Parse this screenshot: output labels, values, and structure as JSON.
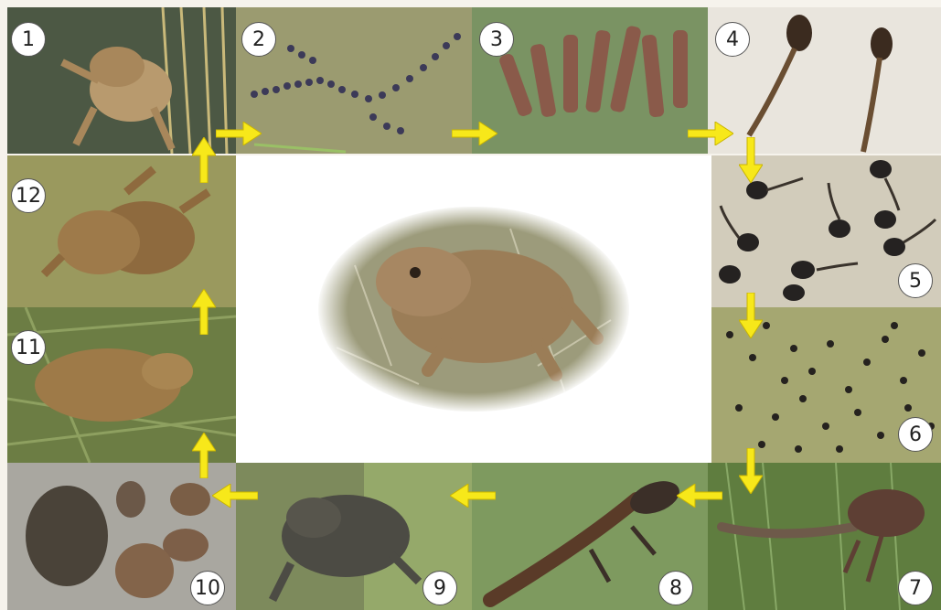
{
  "stages": [
    {
      "n": "1",
      "desc": "mating-in-reeds-icon"
    },
    {
      "n": "2",
      "desc": "egg-strings-icon"
    },
    {
      "n": "3",
      "desc": "hatching-larvae-icon"
    },
    {
      "n": "4",
      "desc": "young-tadpole-icon"
    },
    {
      "n": "5",
      "desc": "tadpoles-icon"
    },
    {
      "n": "6",
      "desc": "tadpole-swarm-icon"
    },
    {
      "n": "7",
      "desc": "tadpole-legs-icon"
    },
    {
      "n": "8",
      "desc": "metamorph-tail-icon"
    },
    {
      "n": "9",
      "desc": "young-toad-icon"
    },
    {
      "n": "10",
      "desc": "toadlets-icon"
    },
    {
      "n": "11",
      "desc": "toad-in-grass-icon"
    },
    {
      "n": "12",
      "desc": "amplexus-pair-icon"
    }
  ],
  "colors": {
    "arrow": "#f7e81a",
    "arrow_edge": "#c9b400",
    "badge_bg": "#ffffff"
  }
}
